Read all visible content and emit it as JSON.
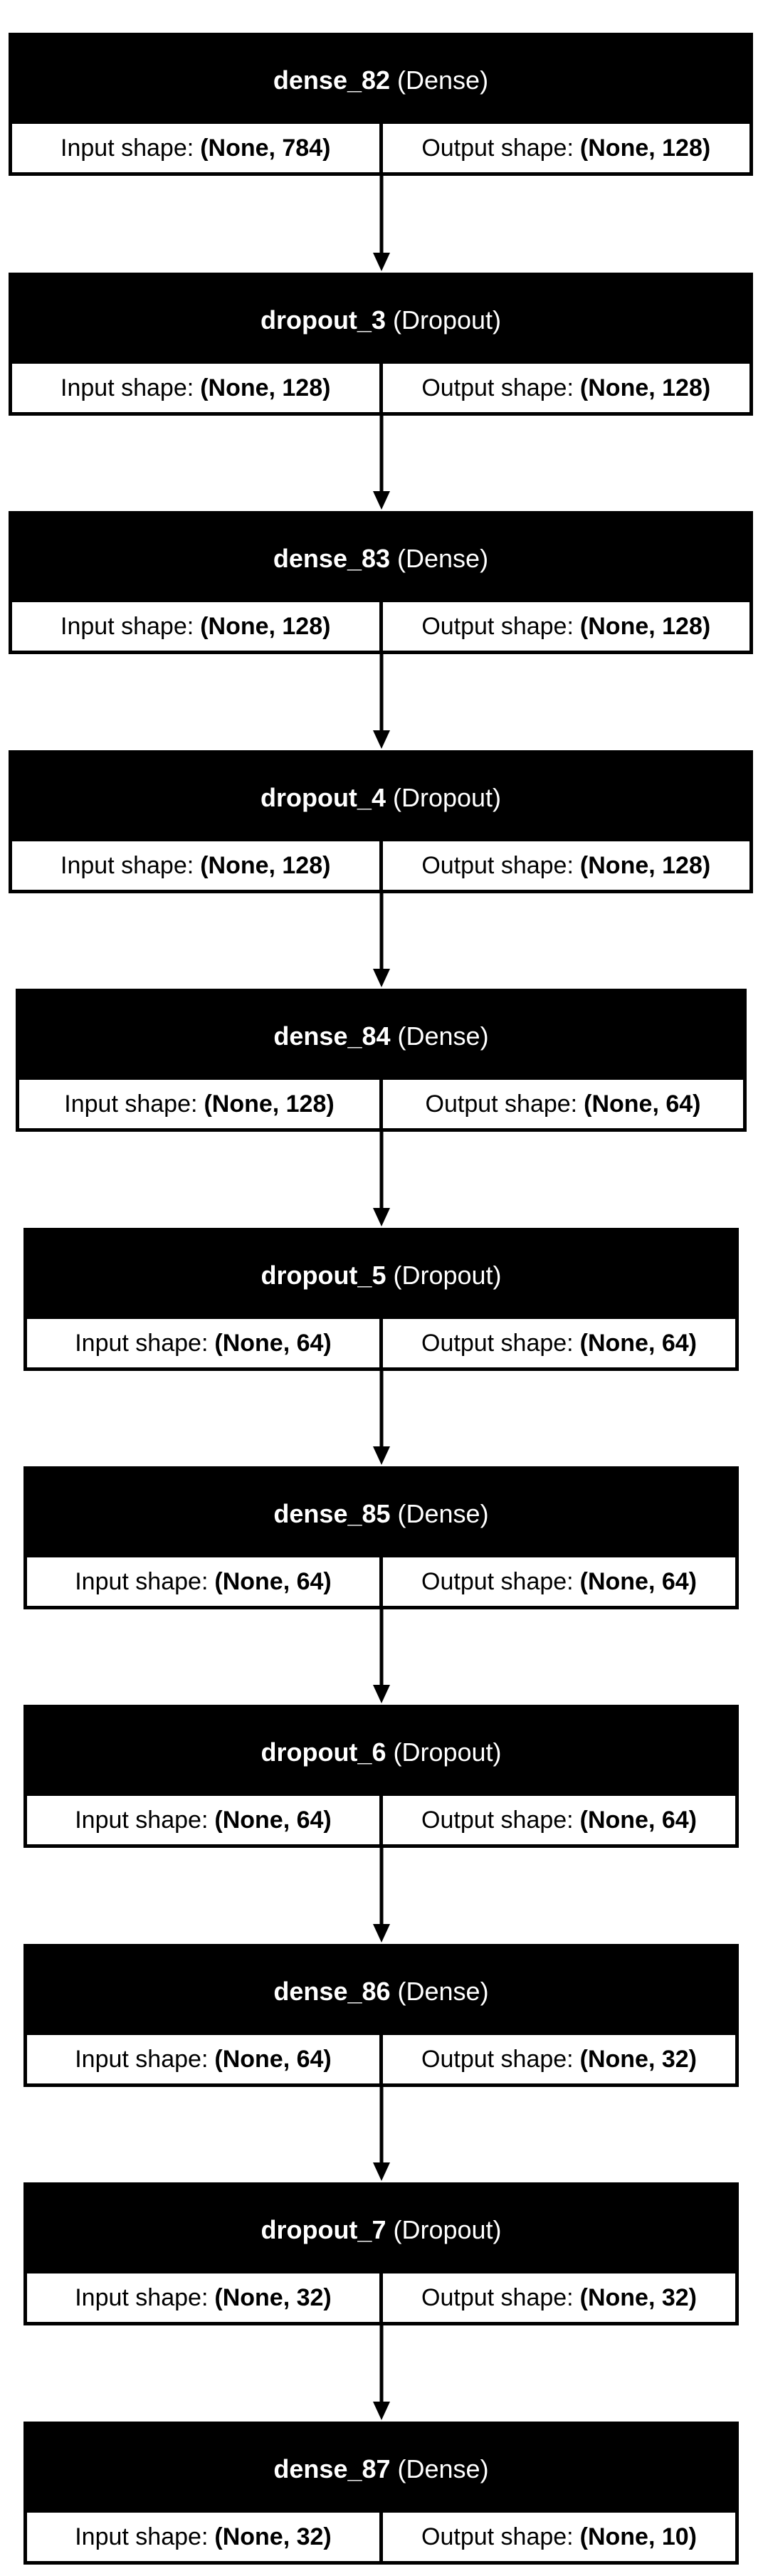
{
  "layers": [
    {
      "name": "dense_82",
      "type": "(Dense)",
      "input_label": "Input shape:",
      "input_shape": "(None, 784)",
      "output_label": "Output shape:",
      "output_shape": "(None, 128)"
    },
    {
      "name": "dropout_3",
      "type": "(Dropout)",
      "input_label": "Input shape:",
      "input_shape": "(None, 128)",
      "output_label": "Output shape:",
      "output_shape": "(None, 128)"
    },
    {
      "name": "dense_83",
      "type": "(Dense)",
      "input_label": "Input shape:",
      "input_shape": "(None, 128)",
      "output_label": "Output shape:",
      "output_shape": "(None, 128)"
    },
    {
      "name": "dropout_4",
      "type": "(Dropout)",
      "input_label": "Input shape:",
      "input_shape": "(None, 128)",
      "output_label": "Output shape:",
      "output_shape": "(None, 128)"
    },
    {
      "name": "dense_84",
      "type": "(Dense)",
      "input_label": "Input shape:",
      "input_shape": "(None, 128)",
      "output_label": "Output shape:",
      "output_shape": "(None, 64)"
    },
    {
      "name": "dropout_5",
      "type": "(Dropout)",
      "input_label": "Input shape:",
      "input_shape": "(None, 64)",
      "output_label": "Output shape:",
      "output_shape": "(None, 64)"
    },
    {
      "name": "dense_85",
      "type": "(Dense)",
      "input_label": "Input shape:",
      "input_shape": "(None, 64)",
      "output_label": "Output shape:",
      "output_shape": "(None, 64)"
    },
    {
      "name": "dropout_6",
      "type": "(Dropout)",
      "input_label": "Input shape:",
      "input_shape": "(None, 64)",
      "output_label": "Output shape:",
      "output_shape": "(None, 64)"
    },
    {
      "name": "dense_86",
      "type": "(Dense)",
      "input_label": "Input shape:",
      "input_shape": "(None, 64)",
      "output_label": "Output shape:",
      "output_shape": "(None, 32)"
    },
    {
      "name": "dropout_7",
      "type": "(Dropout)",
      "input_label": "Input shape:",
      "input_shape": "(None, 32)",
      "output_label": "Output shape:",
      "output_shape": "(None, 32)"
    },
    {
      "name": "dense_87",
      "type": "(Dense)",
      "input_label": "Input shape:",
      "input_shape": "(None, 32)",
      "output_label": "Output shape:",
      "output_shape": "(None, 10)"
    }
  ]
}
